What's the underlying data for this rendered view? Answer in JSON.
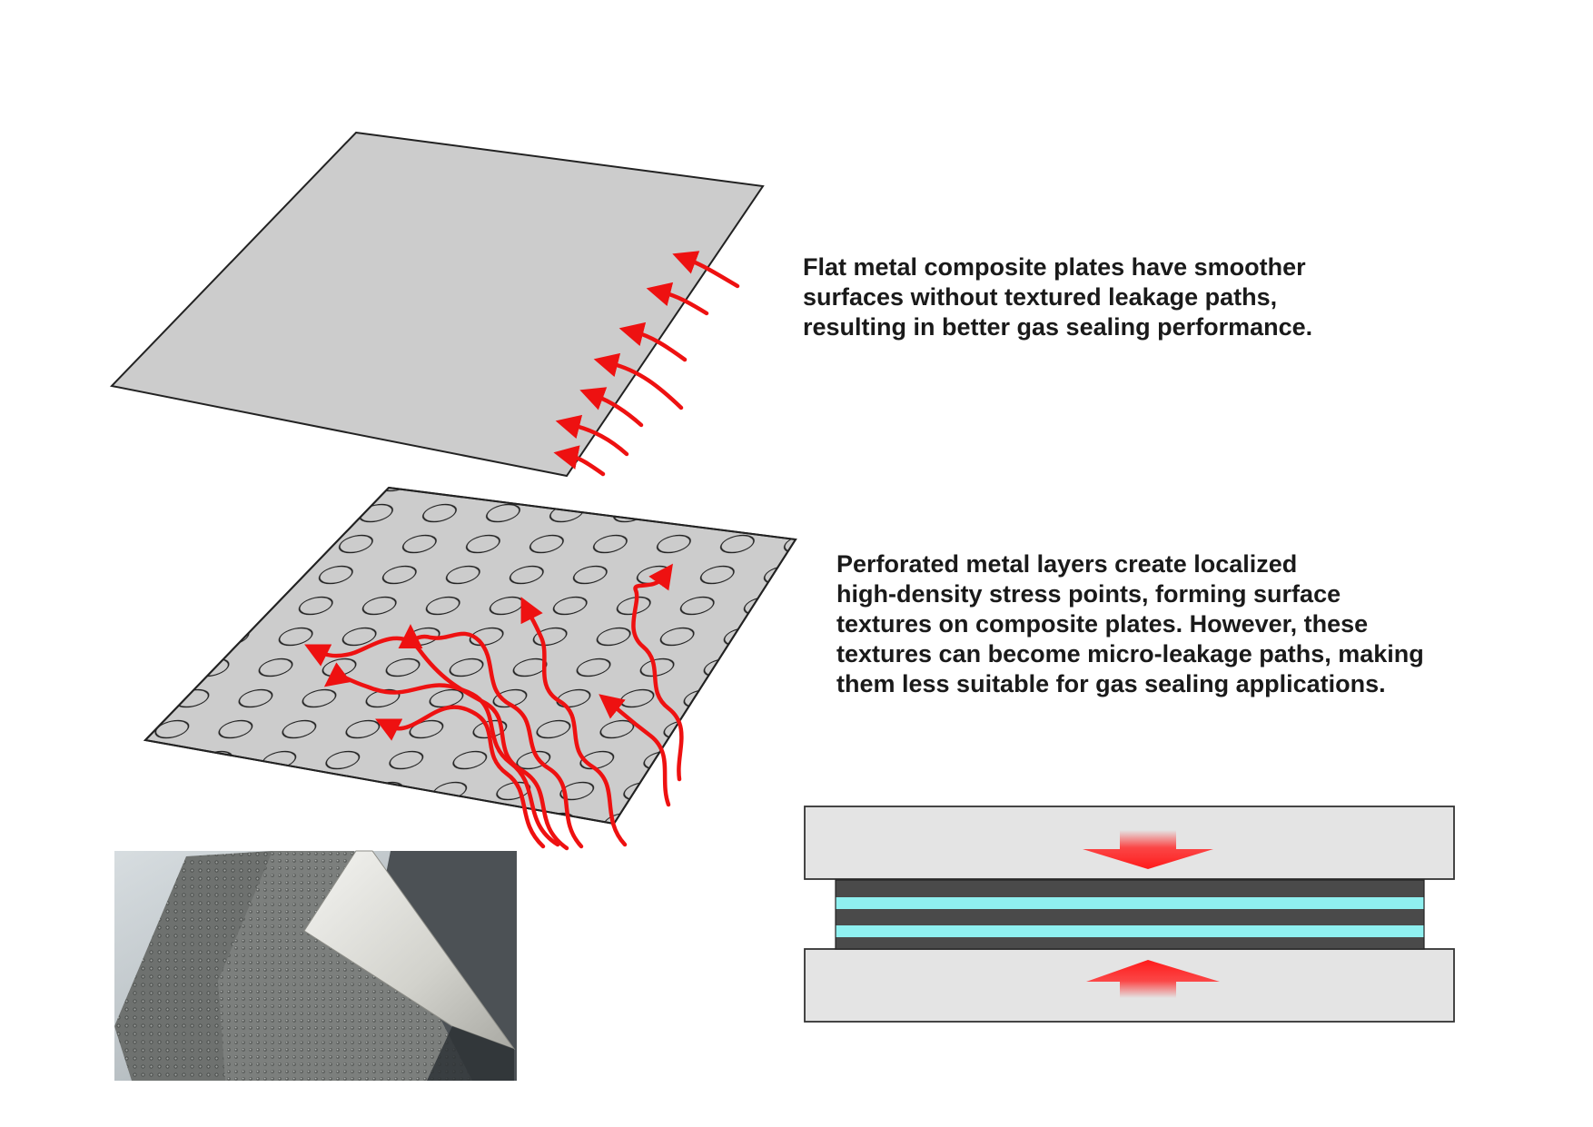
{
  "captions": {
    "flat": [
      "Flat metal composite plates have smoother",
      "surfaces without textured leakage paths,",
      "resulting in better gas sealing performance."
    ],
    "perforated": [
      "Perforated metal layers create localized",
      "high-density stress points, forming surface",
      "textures on composite plates. However, these",
      "textures can become micro-leakage paths, making",
      "them less suitable for gas sealing applications."
    ]
  },
  "colors": {
    "plate_fill": "#cccccc",
    "plate_edge": "#222222",
    "leak_arrow": "#ee1111",
    "press_plate": "#e4e4e4",
    "graphite_layer": "#4a4a4a",
    "metal_layer": "#8ff0f0",
    "press_arrow": "#ff2222"
  },
  "icons": {
    "flat_plate": "flat-plate-illustration",
    "perforated_plate": "perforated-plate-illustration",
    "leak_arrows": "leakage-path-arrows",
    "photo": "gasket-sheet-photo",
    "press": "compression-cross-section"
  }
}
